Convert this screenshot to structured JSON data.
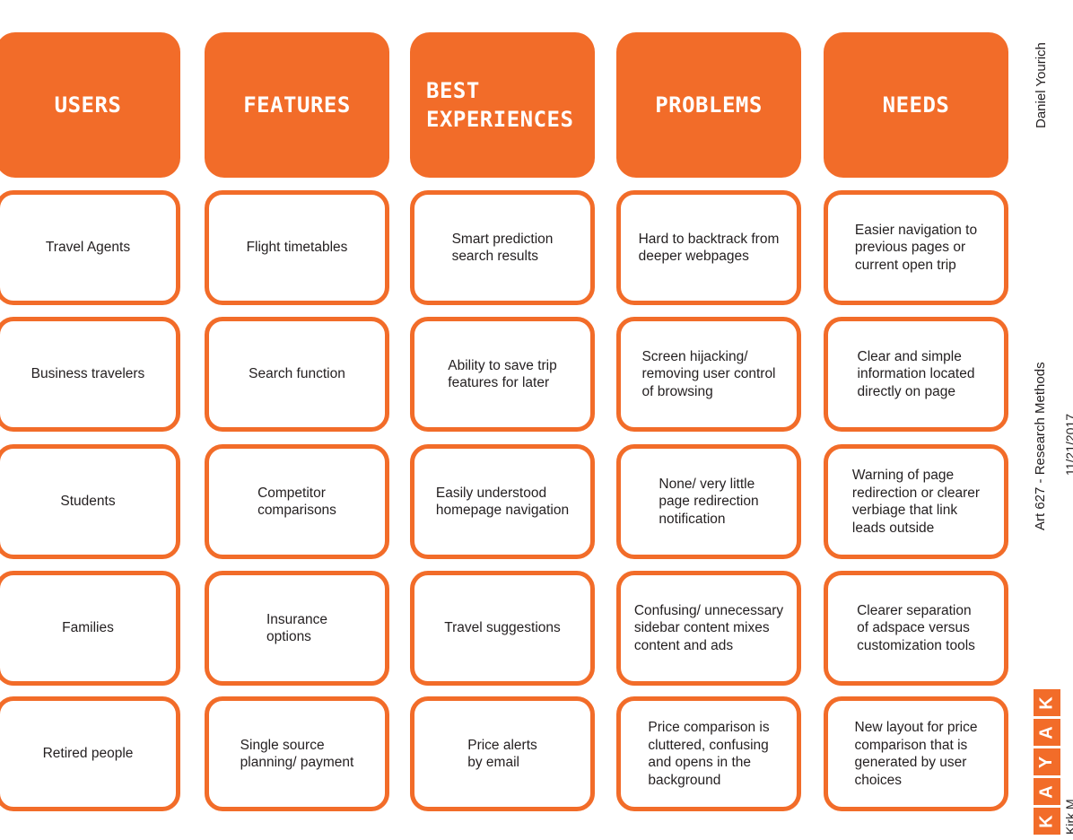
{
  "columns": [
    {
      "header": "USERS",
      "cards": [
        "Travel Agents",
        "Business travelers",
        "Students",
        "Families",
        "Retired people"
      ]
    },
    {
      "header": "FEATURES",
      "cards": [
        "Flight timetables",
        "Search function",
        "Competitor\ncomparisons",
        "Insurance\noptions",
        "Single source\nplanning/ payment"
      ]
    },
    {
      "header": "BEST\nEXPERIENCES",
      "cards": [
        "Smart prediction\nsearch results",
        "Ability to save trip\nfeatures for later",
        "Easily understood\nhomepage navigation",
        "Travel suggestions",
        "Price alerts\nby email"
      ]
    },
    {
      "header": "PROBLEMS",
      "cards": [
        "Hard to backtrack from\ndeeper webpages",
        "Screen hijacking/\nremoving user control\nof browsing",
        "None/ very little\npage redirection\nnotification",
        "Confusing/ unnecessary\nsidebar content mixes\ncontent and ads",
        "Price comparison is\ncluttered, confusing\nand opens in the\nbackground"
      ]
    },
    {
      "header": "NEEDS",
      "cards": [
        "Easier navigation to\nprevious pages or\ncurrent open trip",
        "Clear and simple\ninformation located\ndirectly on page",
        "Warning of page\nredirection or clearer\nverbiage that link\nleads outside",
        "Clearer separation\nof adspace versus\ncustomization tools",
        "New layout for price\ncomparison that is\ngenerated by user\nchoices"
      ]
    }
  ],
  "sidebar": {
    "author": "Daniel Yourich",
    "course": "Art 627 - Research Methods",
    "date": "11/21/2017",
    "partial_name": "Kirk M"
  },
  "logo": {
    "letters": [
      "K",
      "A",
      "Y",
      "A",
      "K"
    ]
  },
  "colors": {
    "accent": "#f26c29",
    "text": "#231f20",
    "background": "#ffffff"
  }
}
